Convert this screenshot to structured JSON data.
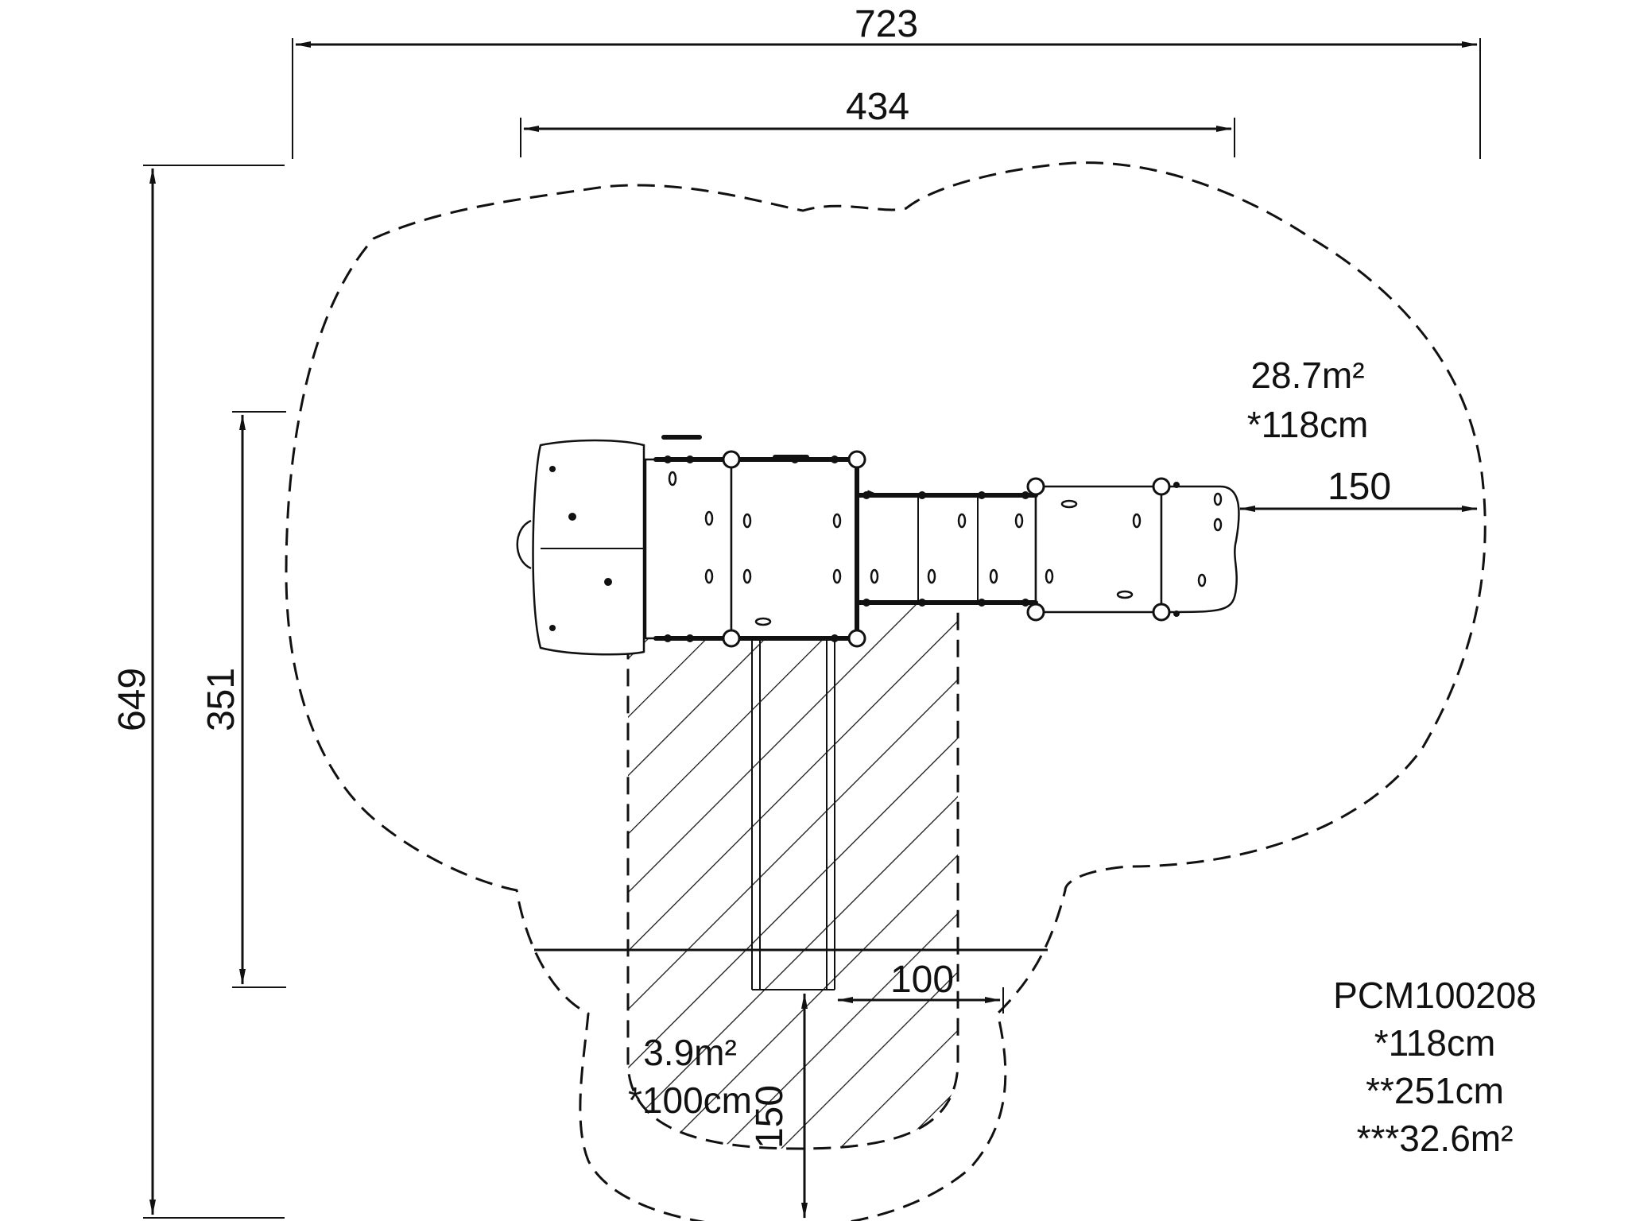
{
  "dimensions": {
    "overall_width": "723",
    "structure_width": "434",
    "overall_depth": "649",
    "structure_depth": "351",
    "side_clearance": "150",
    "slide_exit_width": "100",
    "slide_exit_length": "150"
  },
  "zones": {
    "main_area": "28.7m²",
    "main_fall_height": "*118cm",
    "slide_area": "3.9m²",
    "slide_fall_height": "*100cm"
  },
  "product": {
    "code": "PCM100208",
    "fall_height": "*118cm",
    "total_height": "**251cm",
    "total_area": "***32.6m²"
  }
}
